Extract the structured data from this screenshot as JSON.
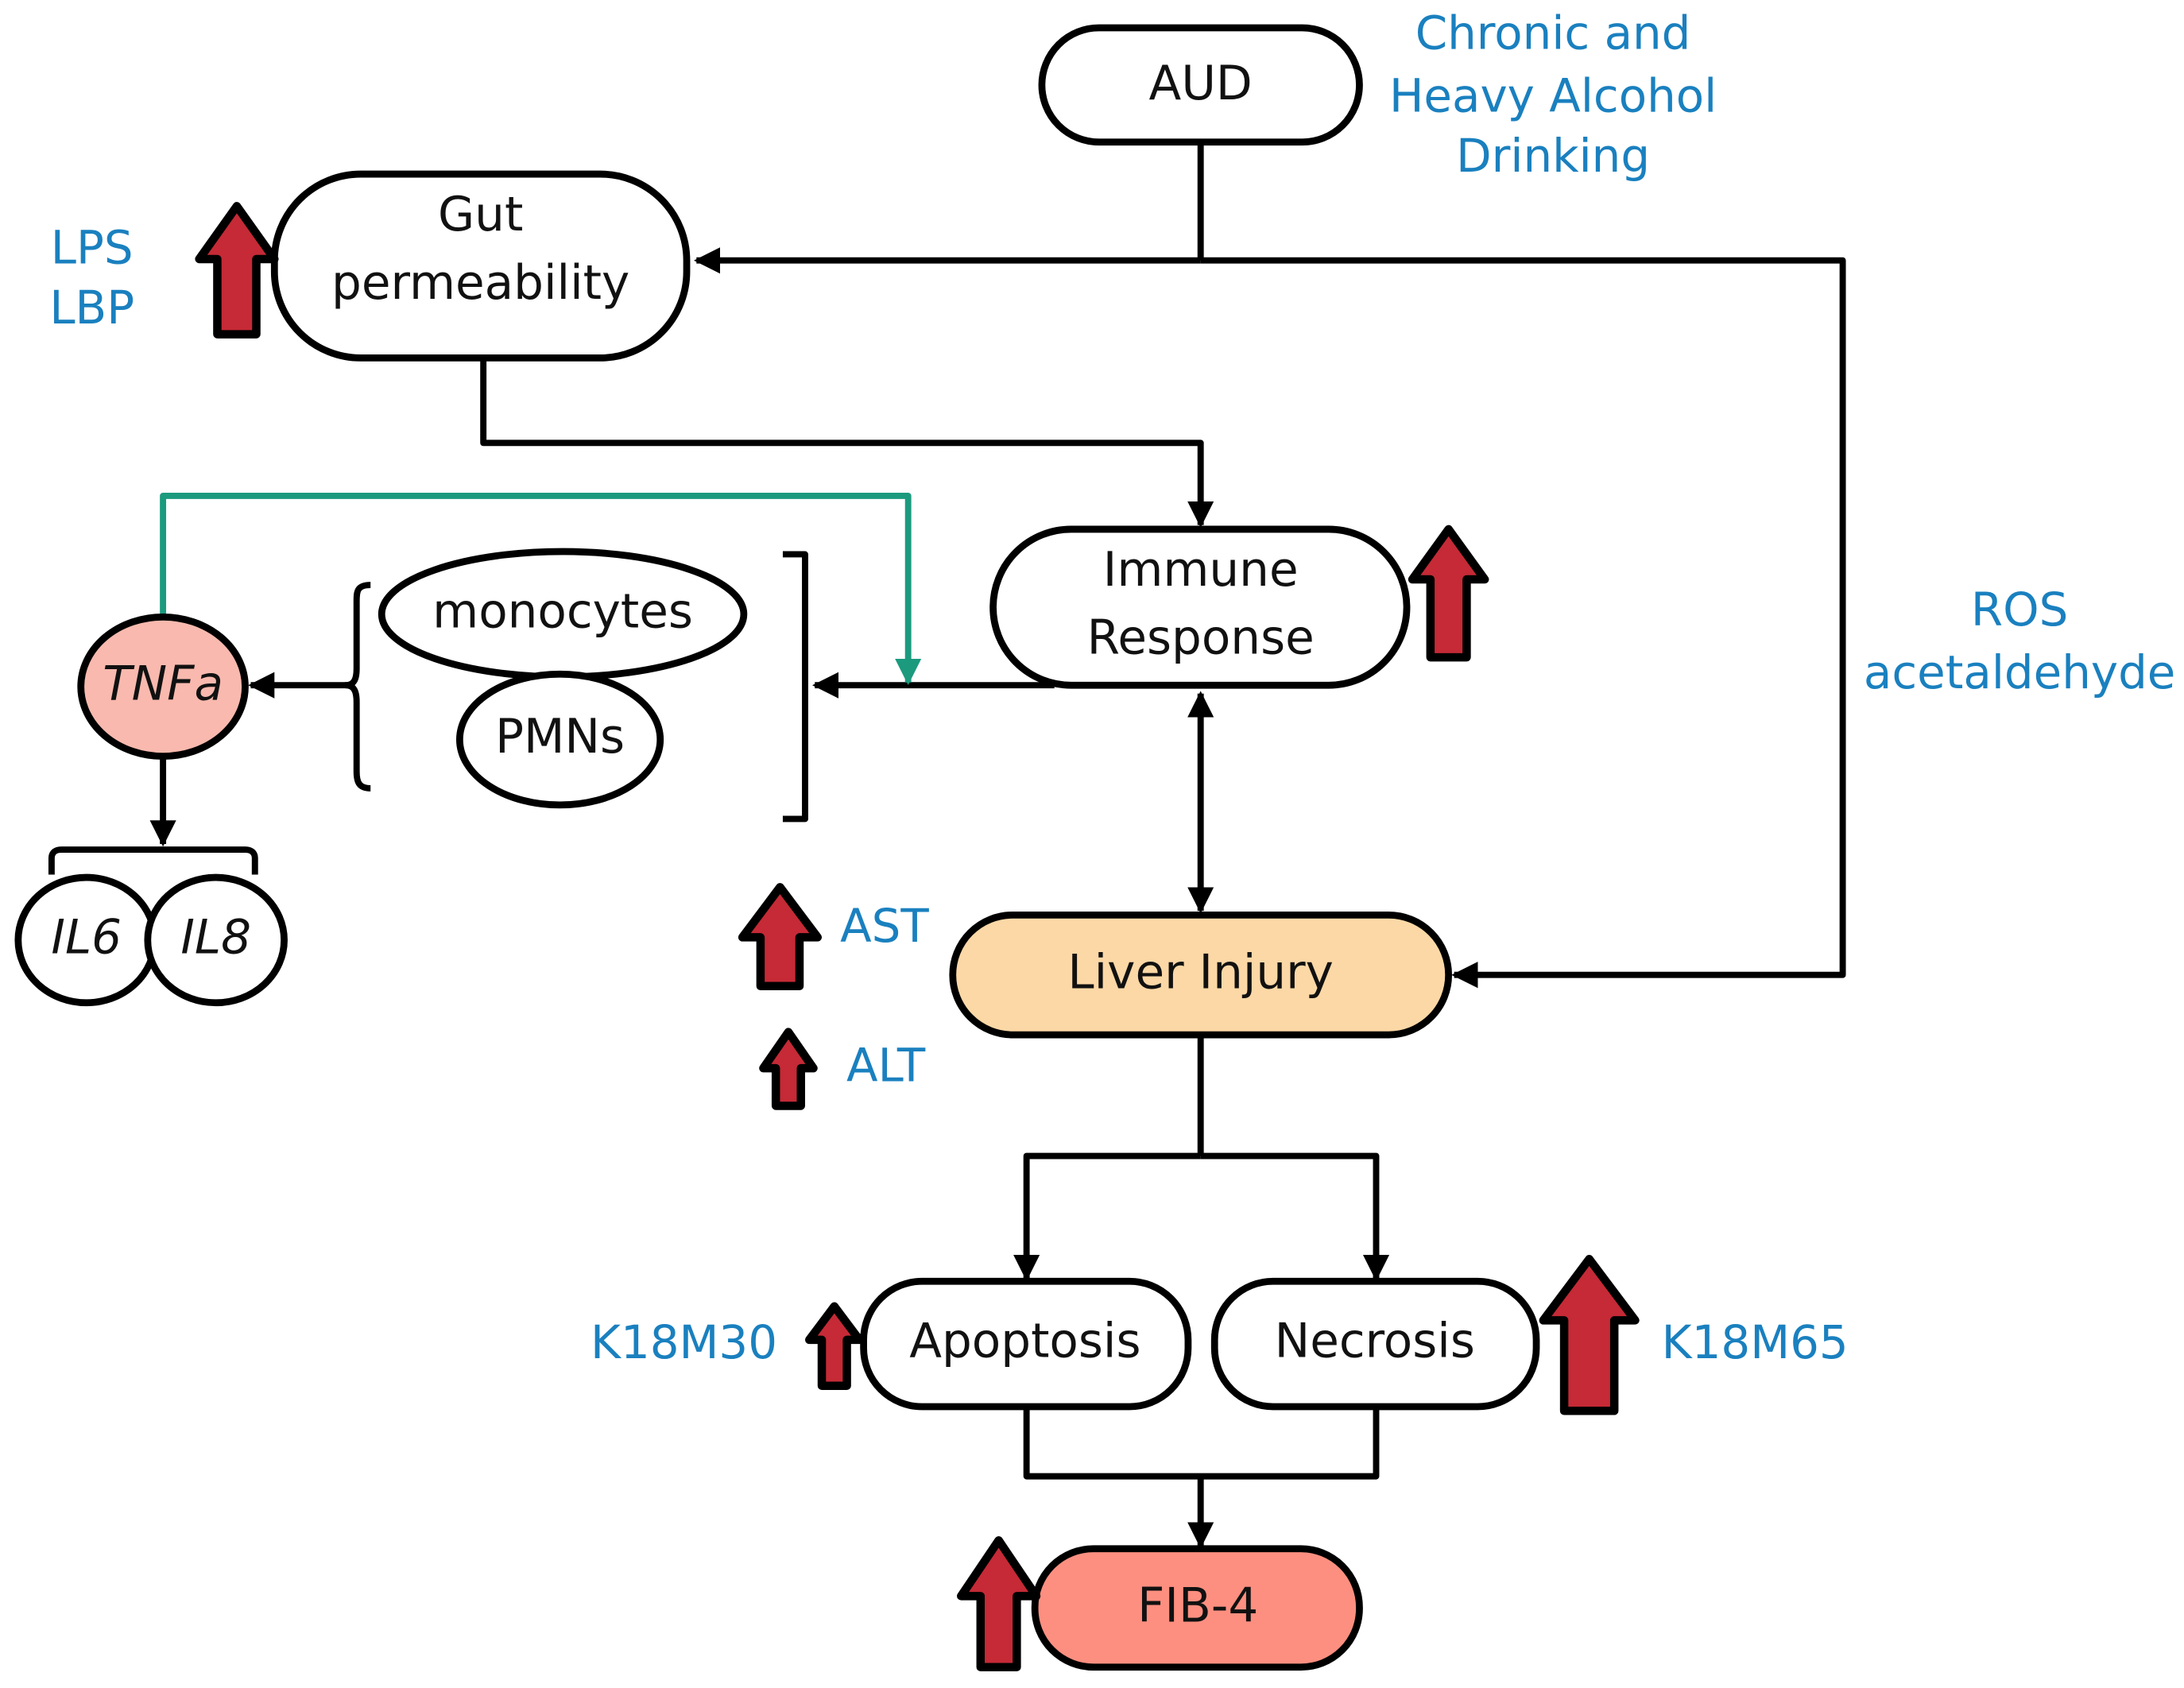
{
  "colors": {
    "note_text": "#1a80bf",
    "up_arrow_fill": "#c52a36",
    "feedback_line": "#1b9a7e",
    "tnfa_fill": "#f9b9ae",
    "liver_fill": "#fcd8a6",
    "fib4_fill": "#fd8f80",
    "node_fill": "#ffffff"
  },
  "nodes": {
    "aud": {
      "label": "AUD"
    },
    "gut": {
      "line1": "Gut",
      "line2": "permeability"
    },
    "immune": {
      "line1": "Immune",
      "line2": "Response"
    },
    "monocytes": {
      "label": "monocytes"
    },
    "pmns": {
      "label": "PMNs"
    },
    "tnfa": {
      "label": "TNFa"
    },
    "il6": {
      "label": "IL6"
    },
    "il8": {
      "label": "IL8"
    },
    "liver": {
      "label": "Liver Injury"
    },
    "apoptosis": {
      "label": "Apoptosis"
    },
    "necrosis": {
      "label": "Necrosis"
    },
    "fib4": {
      "label": "FIB-4"
    }
  },
  "annotations": {
    "chronic": {
      "line1": "Chronic and",
      "line2": "Heavy Alcohol",
      "line3": "Drinking"
    },
    "gut_markers": {
      "line1": "LPS",
      "line2": "LBP"
    },
    "ros": {
      "line1": "ROS",
      "line2": "acetaldehyde"
    },
    "ast": "AST",
    "alt": "ALT",
    "k18m30": "K18M30",
    "k18m65": "K18M65"
  },
  "indicators": [
    {
      "target": "gut-permeability",
      "direction": "up"
    },
    {
      "target": "immune-response",
      "direction": "up"
    },
    {
      "target": "AST",
      "direction": "up"
    },
    {
      "target": "ALT",
      "direction": "up"
    },
    {
      "target": "K18M30",
      "direction": "up"
    },
    {
      "target": "K18M65",
      "direction": "up"
    },
    {
      "target": "FIB-4",
      "direction": "up"
    }
  ],
  "edges": [
    {
      "from": "AUD",
      "to": "Gut permeability"
    },
    {
      "from": "AUD",
      "to": "Liver Injury",
      "label": "ROS acetaldehyde"
    },
    {
      "from": "Gut permeability",
      "to": "Immune Response"
    },
    {
      "from": "Immune Response",
      "to": "monocytes/PMNs"
    },
    {
      "from": "monocytes/PMNs",
      "to": "TNFa"
    },
    {
      "from": "TNFa",
      "to": "IL6/IL8"
    },
    {
      "from": "TNFa",
      "to": "Immune Response",
      "style": "feedback"
    },
    {
      "from": "Immune Response",
      "to": "Liver Injury",
      "bidirectional": true
    },
    {
      "from": "Liver Injury",
      "to": "Apoptosis"
    },
    {
      "from": "Liver Injury",
      "to": "Necrosis"
    },
    {
      "from": "Apoptosis",
      "to": "FIB-4"
    },
    {
      "from": "Necrosis",
      "to": "FIB-4"
    }
  ]
}
